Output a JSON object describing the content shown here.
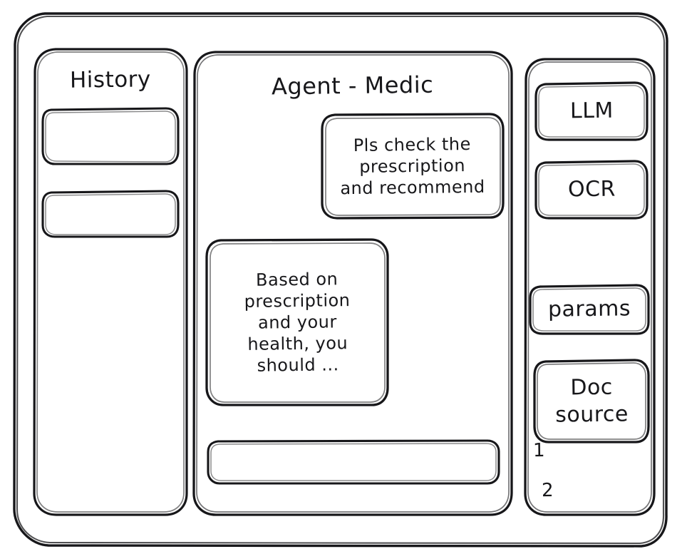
{
  "app": {
    "style": "hand-drawn-wireframe",
    "stroke_color": "#17171a",
    "background_color": "#ffffff"
  },
  "sidebar_left": {
    "title": "History",
    "items": [
      {
        "label": ""
      },
      {
        "label": ""
      }
    ]
  },
  "main": {
    "title": "Agent - Medic",
    "messages": [
      {
        "role": "user",
        "text": "Pls check the\nprescription\nand recommend"
      },
      {
        "role": "assistant",
        "text": "Based on\nprescription\nand your\nhealth, you\nshould ..."
      }
    ],
    "composer": {
      "value": "",
      "placeholder": ""
    }
  },
  "sidebar_right": {
    "tools": [
      {
        "label": "LLM"
      },
      {
        "label": "OCR"
      },
      {
        "label": "params"
      },
      {
        "label": "Doc\nsource"
      }
    ],
    "doc_sources": [
      {
        "label": "1"
      },
      {
        "label": "2"
      }
    ]
  }
}
